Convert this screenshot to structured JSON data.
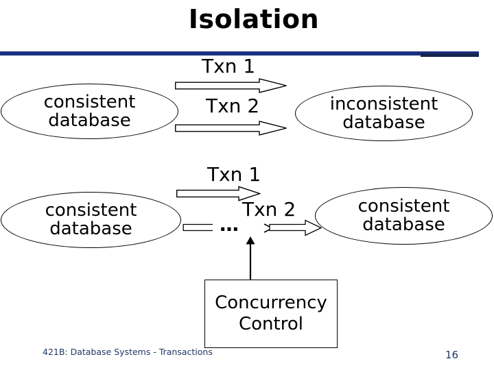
{
  "slide": {
    "title": "Isolation",
    "footer": "421B: Database Systems - Transactions",
    "page_number": "16"
  },
  "colors": {
    "accent_line": "#1B3080",
    "accent_line_end": "#17234D",
    "footer_text": "#1F3864",
    "ink": "#000000",
    "background": "#FFFFFF"
  },
  "top_diagram": {
    "left_ellipse": {
      "line1": "consistent",
      "line2": "database"
    },
    "txn1_label": "Txn 1",
    "txn2_label": "Txn 2",
    "right_ellipse": {
      "line1": "inconsistent",
      "line2": "database"
    }
  },
  "bottom_diagram": {
    "left_ellipse": {
      "line1": "consistent",
      "line2": "database"
    },
    "txn1_label": "Txn 1",
    "txn2_label": "Txn 2",
    "ellipsis": "…",
    "right_ellipse": {
      "line1": "consistent",
      "line2": "database"
    },
    "control_box": {
      "line1": "Concurrency",
      "line2": "Control"
    }
  }
}
